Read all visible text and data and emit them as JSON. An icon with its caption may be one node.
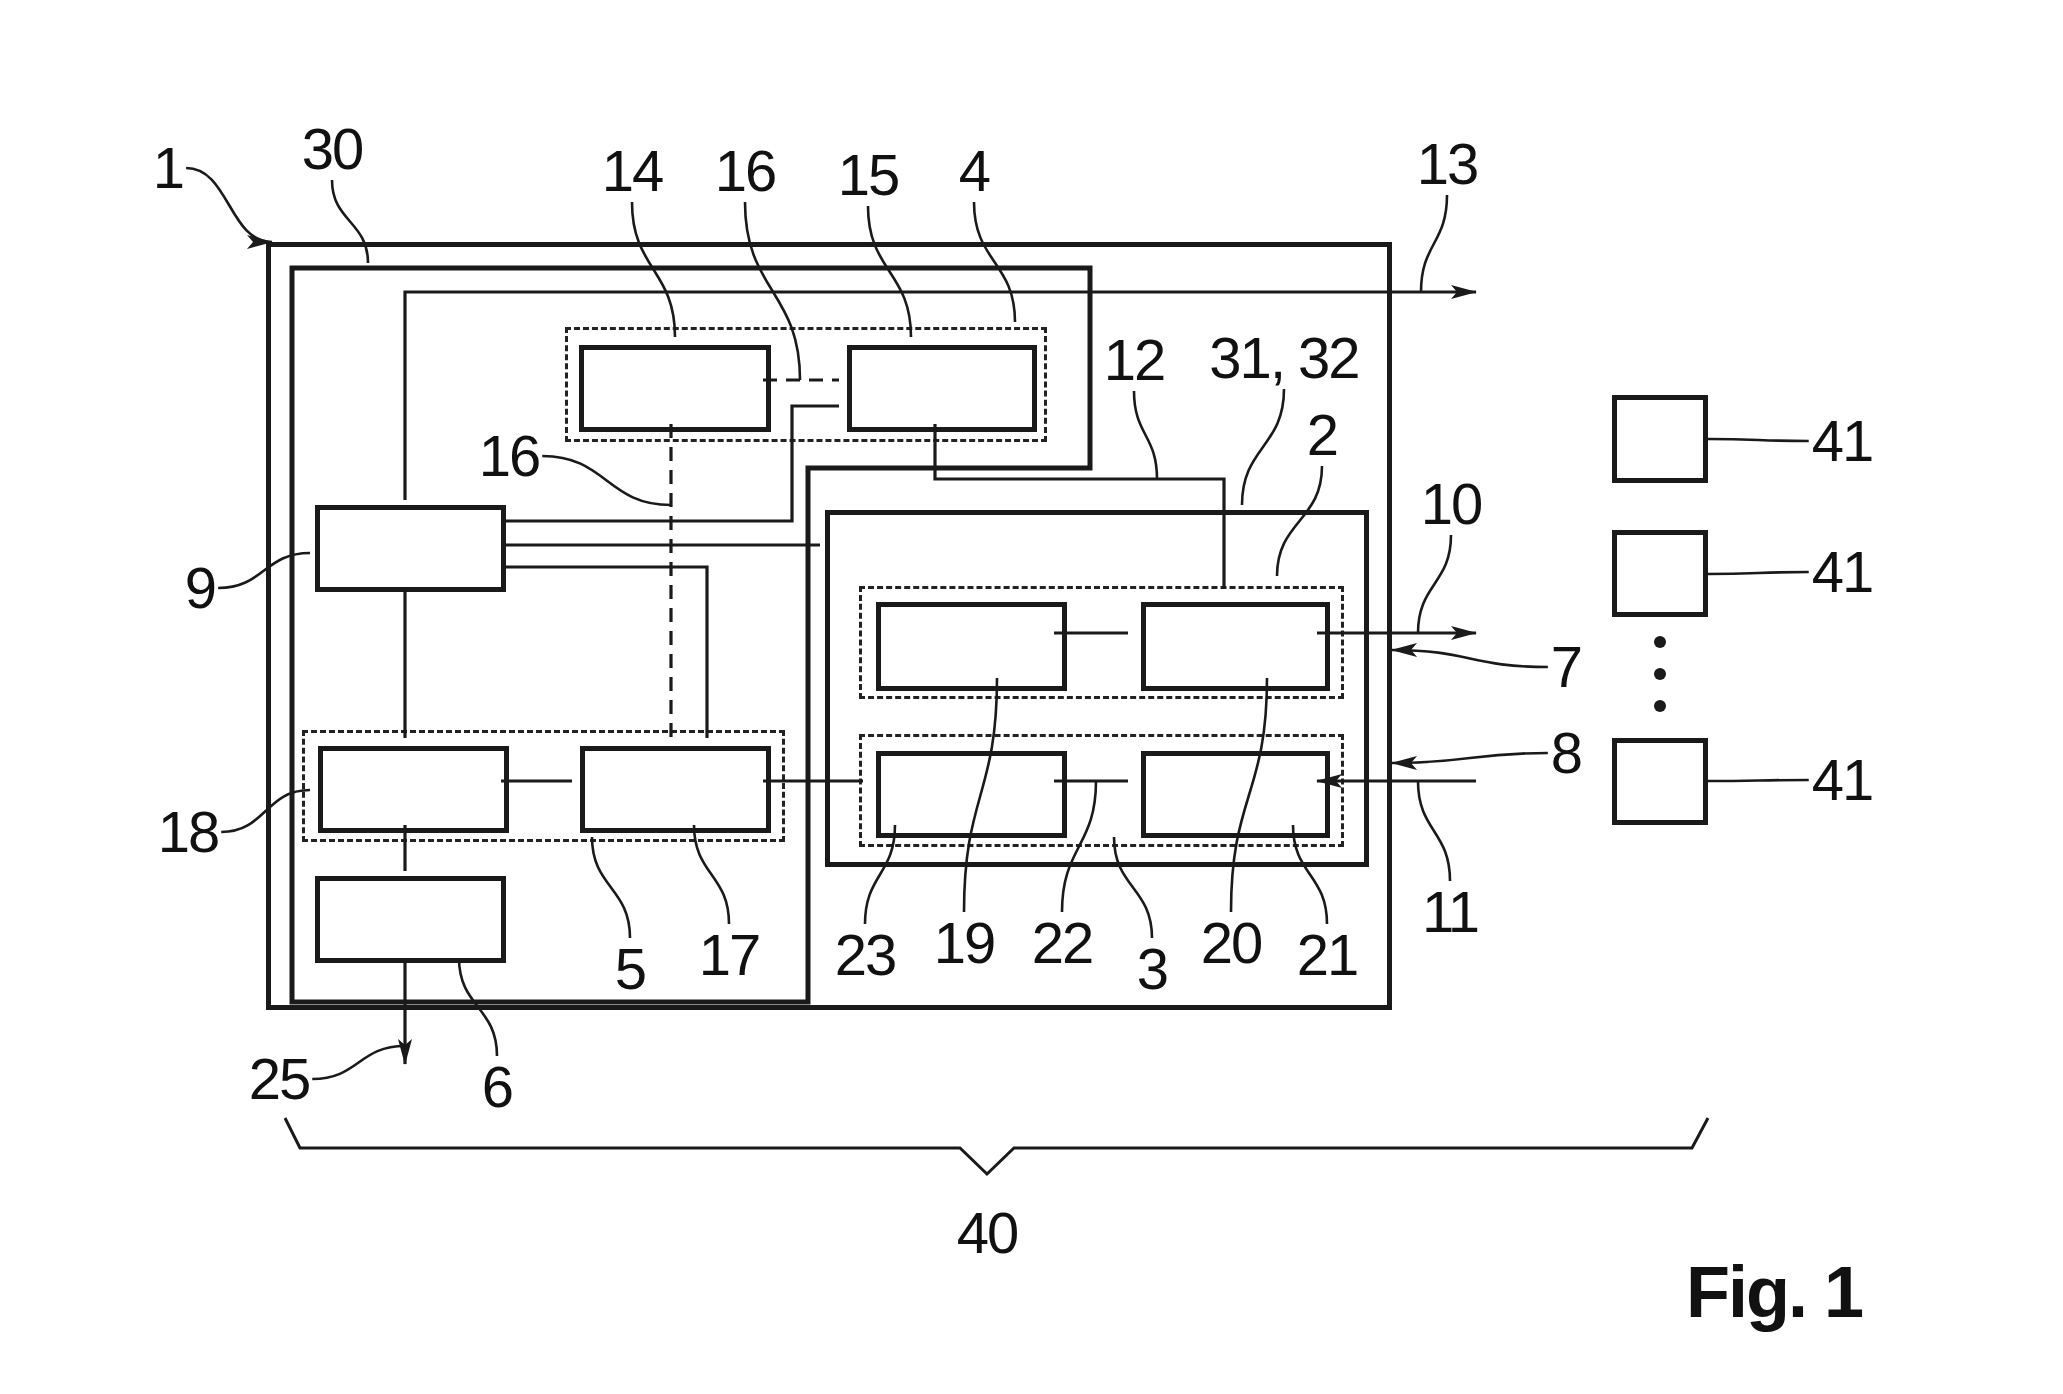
{
  "diagram": {
    "caption": "Fig. 1",
    "nodes": [
      {
        "text": [
          "1"
        ]
      },
      {
        "text": [],
        "shape": "box"
      },
      {
        "text": [
          "30"
        ]
      },
      {
        "text": [],
        "shape": "box",
        "in": 1
      },
      {
        "text": [
          "14"
        ]
      },
      {
        "text": [
          "16"
        ]
      },
      {
        "text": [
          "15"
        ]
      },
      {
        "text": [
          "4"
        ]
      },
      {
        "text": [],
        "shape": "box",
        "in": 3
      },
      {
        "text": [],
        "shape": "box",
        "in": 8
      },
      {
        "text": [],
        "shape": "box",
        "in": 8
      },
      {
        "text": [
          "16"
        ],
        "in": 3
      },
      {
        "text": [
          "12"
        ],
        "in": 1
      },
      {
        "text": [
          "31, 32"
        ],
        "in": 1
      },
      {
        "text": [
          "2"
        ],
        "in": 1
      },
      {
        "text": [
          "13"
        ]
      },
      {
        "text": [
          "9"
        ]
      },
      {
        "text": [],
        "shape": "box",
        "in": 3
      },
      {
        "text": [],
        "shape": "box",
        "in": 1
      },
      {
        "text": [],
        "shape": "box",
        "in": 18
      },
      {
        "text": [],
        "shape": "box",
        "in": 19
      },
      {
        "text": [],
        "shape": "box",
        "in": 19
      },
      {
        "text": [
          "10"
        ]
      },
      {
        "text": [
          "7"
        ]
      },
      {
        "text": [
          "8"
        ]
      },
      {
        "text": [
          "18"
        ]
      },
      {
        "text": [],
        "shape": "box",
        "in": 3
      },
      {
        "text": [],
        "shape": "box",
        "in": 26
      },
      {
        "text": [],
        "shape": "box",
        "in": 26
      },
      {
        "text": [],
        "shape": "box",
        "in": 18
      },
      {
        "text": [],
        "shape": "box",
        "in": 29
      },
      {
        "text": [],
        "shape": "box",
        "in": 29
      },
      {
        "text": [],
        "shape": "box",
        "in": 3
      },
      {
        "text": [
          "11"
        ]
      },
      {
        "text": [
          "25"
        ]
      },
      {
        "text": [
          "5"
        ],
        "in": 3
      },
      {
        "text": [
          "17"
        ],
        "in": 3
      },
      {
        "text": [
          "23"
        ],
        "in": 1
      },
      {
        "text": [
          "19"
        ],
        "in": 1
      },
      {
        "text": [
          "22"
        ],
        "in": 1
      },
      {
        "text": [
          "3"
        ],
        "in": 1
      },
      {
        "text": [
          "20"
        ],
        "in": 1
      },
      {
        "text": [
          "21"
        ],
        "in": 1
      },
      {
        "text": [
          "6"
        ]
      },
      {
        "text": [],
        "shape": "box"
      },
      {
        "text": [
          "41"
        ]
      },
      {
        "text": [],
        "shape": "box"
      },
      {
        "text": [
          "41"
        ]
      },
      {
        "text": [],
        "shape": "box"
      },
      {
        "text": [
          "41"
        ]
      }
    ],
    "edges": [
      {
        "from": 0,
        "to": 1,
        "arrow": "to"
      },
      {
        "from": 2,
        "to": 3,
        "arrow": "none"
      },
      {
        "from": 4,
        "to": 9,
        "arrow": "none"
      },
      {
        "from": 5,
        "to": null,
        "arrow": "none"
      },
      {
        "from": 6,
        "to": 10,
        "arrow": "none"
      },
      {
        "from": 7,
        "to": 8,
        "arrow": "none"
      },
      {
        "from": 11,
        "to": null,
        "arrow": "none"
      },
      {
        "from": 12,
        "to": null,
        "arrow": "none"
      },
      {
        "from": 13,
        "to": 18,
        "arrow": "none"
      },
      {
        "from": 14,
        "to": 19,
        "arrow": "none"
      },
      {
        "from": 15,
        "to": null,
        "arrow": "none"
      },
      {
        "from": 16,
        "to": 17,
        "arrow": "none"
      },
      {
        "from": 22,
        "to": null,
        "arrow": "none"
      },
      {
        "from": 23,
        "to": 1,
        "arrow": "to"
      },
      {
        "from": 24,
        "to": 1,
        "arrow": "to"
      },
      {
        "from": 25,
        "to": 27,
        "arrow": "none"
      },
      {
        "from": 33,
        "to": null,
        "arrow": "none"
      },
      {
        "from": 34,
        "to": null,
        "arrow": "none"
      },
      {
        "from": 35,
        "to": 26,
        "arrow": "none"
      },
      {
        "from": 36,
        "to": 28,
        "arrow": "none"
      },
      {
        "from": 37,
        "to": 30,
        "arrow": "none"
      },
      {
        "from": 38,
        "to": 20,
        "arrow": "none"
      },
      {
        "from": 39,
        "to": null,
        "arrow": "none"
      },
      {
        "from": 40,
        "to": 29,
        "arrow": "none"
      },
      {
        "from": 41,
        "to": 21,
        "arrow": "none"
      },
      {
        "from": 42,
        "to": 31,
        "arrow": "none"
      },
      {
        "from": 43,
        "to": 32,
        "arrow": "none"
      },
      {
        "from": 45,
        "to": 44,
        "arrow": "none"
      },
      {
        "from": 47,
        "to": 46,
        "arrow": "none"
      },
      {
        "from": 49,
        "to": 48,
        "arrow": "none"
      },
      {
        "from": 17,
        "to": null,
        "arrow": "to"
      },
      {
        "from": 9,
        "to": 10,
        "arrow": "none",
        "style": "dashed"
      },
      {
        "from": 9,
        "to": 28,
        "arrow": "none",
        "style": "dashed"
      },
      {
        "from": 10,
        "to": 17,
        "arrow": "none"
      },
      {
        "from": 17,
        "to": 18,
        "arrow": "none"
      },
      {
        "from": 17,
        "to": 28,
        "arrow": "none"
      },
      {
        "from": 10,
        "to": 21,
        "arrow": "none"
      },
      {
        "from": 17,
        "to": 27,
        "arrow": "none"
      },
      {
        "from": 27,
        "to": 28,
        "arrow": "none"
      },
      {
        "from": 28,
        "to": 30,
        "arrow": "none"
      },
      {
        "from": 20,
        "to": 21,
        "arrow": "none"
      },
      {
        "from": 30,
        "to": 31,
        "arrow": "none"
      },
      {
        "from": 21,
        "to": null,
        "arrow": "to"
      },
      {
        "from": null,
        "to": 31,
        "arrow": "to"
      },
      {
        "from": 27,
        "to": 32,
        "arrow": "none"
      },
      {
        "from": 32,
        "to": null,
        "arrow": "to"
      }
    ],
    "labels": [
      "40"
    ]
  }
}
